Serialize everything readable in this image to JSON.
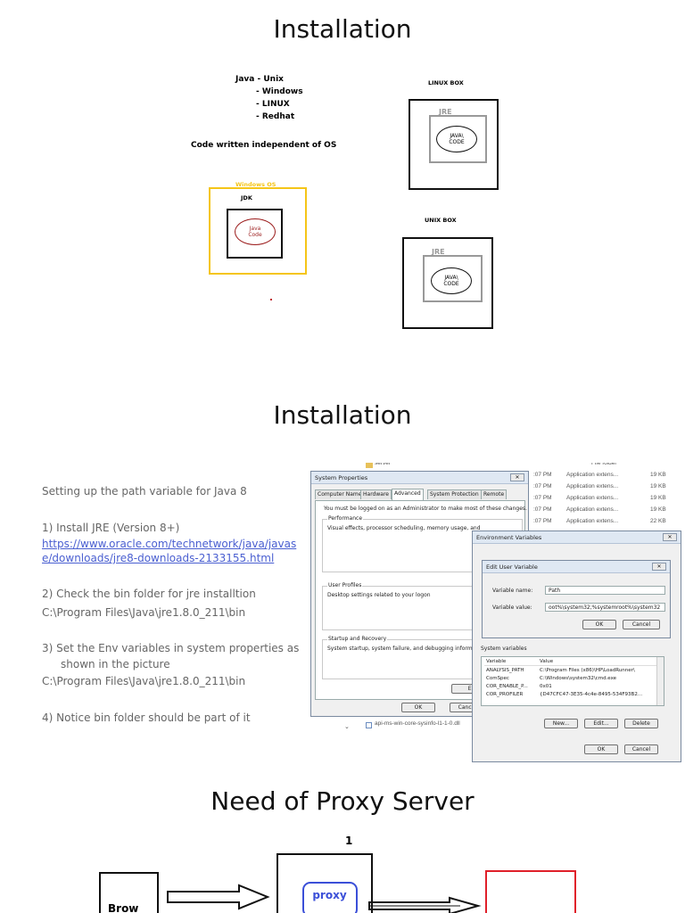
{
  "slide1": {
    "title": "Installation",
    "java_label": "Java - Unix",
    "os_list": [
      "- Windows",
      "- LINUX",
      "- Redhat"
    ],
    "code_note": "Code written independent of OS",
    "windows_os_label": "Windows OS",
    "jdk_label": "JDK",
    "java_code_lines": [
      "Java",
      "Code"
    ],
    "linux_box_label": "LINUX BOX",
    "unix_box_label": "UNIX BOX",
    "jre_label": "JRE",
    "java_code_upper_lines": [
      "JAVA\\",
      "CODE"
    ],
    "colors": {
      "windows_border": "#f5c518",
      "windows_label": "#f5c518",
      "java_code_ellipse": "#9b1b1b"
    }
  },
  "slide2": {
    "title": "Installation",
    "intro": "Setting up the path variable for Java 8",
    "step1": "1)   Install JRE (Version 8+)",
    "link_line1": "https://www.oracle.com/technetwork/java/javas",
    "link_line2": "e/downloads/jre8-downloads-2133155.html",
    "step2": "2) Check the bin folder for jre installtion",
    "path1": "C:\\Program Files\\Java\\jre1.8.0_211\\bin",
    "step3_line1": "3) Set the Env variables in system properties as",
    "step3_line2": "shown in the picture",
    "path2": "C:\\Program Files\\Java\\jre1.8.0_211\\bin",
    "step4": "4) Notice bin folder should be part of it",
    "explorer": {
      "folder_name": "server",
      "folder_type": "File folder",
      "rows": [
        {
          "time": ":07 PM",
          "type": "Application extens...",
          "size": "19 KB"
        },
        {
          "time": ":07 PM",
          "type": "Application extens...",
          "size": "19 KB"
        },
        {
          "time": ":07 PM",
          "type": "Application extens...",
          "size": "19 KB"
        },
        {
          "time": ":07 PM",
          "type": "Application extens...",
          "size": "19 KB"
        },
        {
          "time": ":07 PM",
          "type": "Application extens...",
          "size": "22 KB"
        }
      ],
      "bottom_file": "api-ms-win-core-sysinfo-l1-1-0.dll"
    },
    "sys_props": {
      "title": "System Properties",
      "tabs": [
        "Computer Name",
        "Hardware",
        "Advanced",
        "System Protection",
        "Remote"
      ],
      "admin_note": "You must be logged on as an Administrator to make most of these changes.",
      "perf_label": "Performance",
      "perf_text": "Visual effects, processor scheduling, memory usage, and",
      "profile_label": "User Profiles",
      "profile_text": "Desktop settings related to your logon",
      "startup_label": "Startup and Recovery",
      "startup_text": "System startup, system failure, and debugging information",
      "env_button": "Environ",
      "ok": "OK",
      "cancel": "Cance"
    },
    "env_vars": {
      "title": "Environment Variables",
      "sys_vars_label": "System variables",
      "col_variable": "Variable",
      "col_value": "Value",
      "rows": [
        {
          "name": "ANALYSIS_PATH",
          "value": "C:\\Program Files (x86)\\HP\\LoadRunner\\"
        },
        {
          "name": "ComSpec",
          "value": "C:\\Windows\\system32\\cmd.exe"
        },
        {
          "name": "COR_ENABLE_P...",
          "value": "0x01"
        },
        {
          "name": "COR_PROFILER",
          "value": "{D47CFC47-3E35-4c4e-8495-534F93B2..."
        }
      ],
      "new_button": "New...",
      "edit_button": "Edit...",
      "delete_button": "Delete",
      "ok": "OK",
      "cancel": "Cancel"
    },
    "edit_var": {
      "title": "Edit User Variable",
      "name_label": "Variable name:",
      "name_value": "Path",
      "value_label": "Variable value:",
      "value_value": "oot%\\system32;%systemroot%\\system32",
      "ok": "OK",
      "cancel": "Cancel"
    }
  },
  "slide3": {
    "title": "Need of Proxy Server",
    "number": "1",
    "browser_label": "Brow",
    "proxy_label": "proxy",
    "colors": {
      "proxy_border": "#3b4fd8",
      "proxy_text": "#3b4fd8",
      "server_border": "#e0202a"
    }
  }
}
